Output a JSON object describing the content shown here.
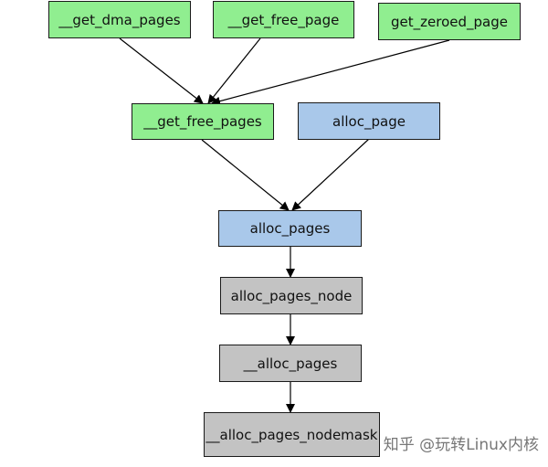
{
  "nodes": {
    "get_dma_pages": "__get_dma_pages",
    "get_free_page": "__get_free_page",
    "get_zeroed_page": "get_zeroed_page",
    "get_free_pages": "__get_free_pages",
    "alloc_page": "alloc_page",
    "alloc_pages": "alloc_pages",
    "alloc_pages_node": "alloc_pages_node",
    "underscore_alloc_pages": "__alloc_pages",
    "alloc_pages_nodemask": "__alloc_pages_nodemask"
  },
  "colors": {
    "green": "#90ee90",
    "blue": "#a9c8ea",
    "gray": "#c3c3c3"
  },
  "watermark": "知乎 @玩转Linux内核"
}
